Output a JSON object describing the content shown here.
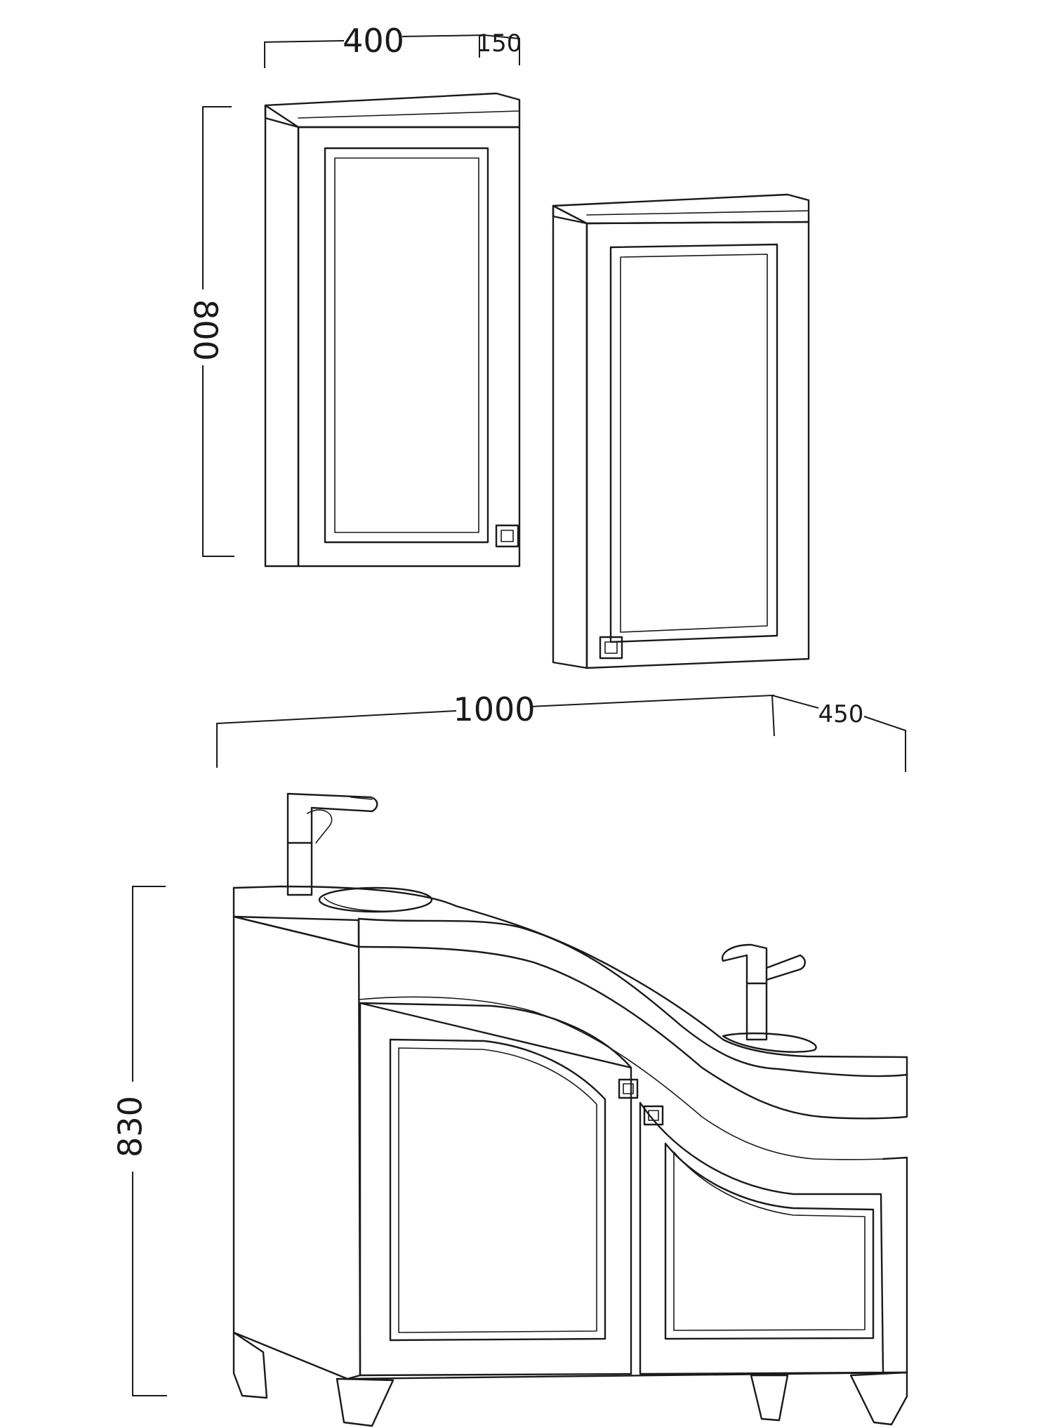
{
  "dimensions": {
    "upper_width": "400",
    "upper_depth": "150",
    "upper_height": "800",
    "base_width": "1000",
    "base_depth": "450",
    "base_height": "830"
  },
  "colors": {
    "line": "#1a1a1a",
    "background": "#ffffff"
  },
  "icons": [
    "cabinet-knob-icon",
    "faucet-icon",
    "basin-icon"
  ]
}
